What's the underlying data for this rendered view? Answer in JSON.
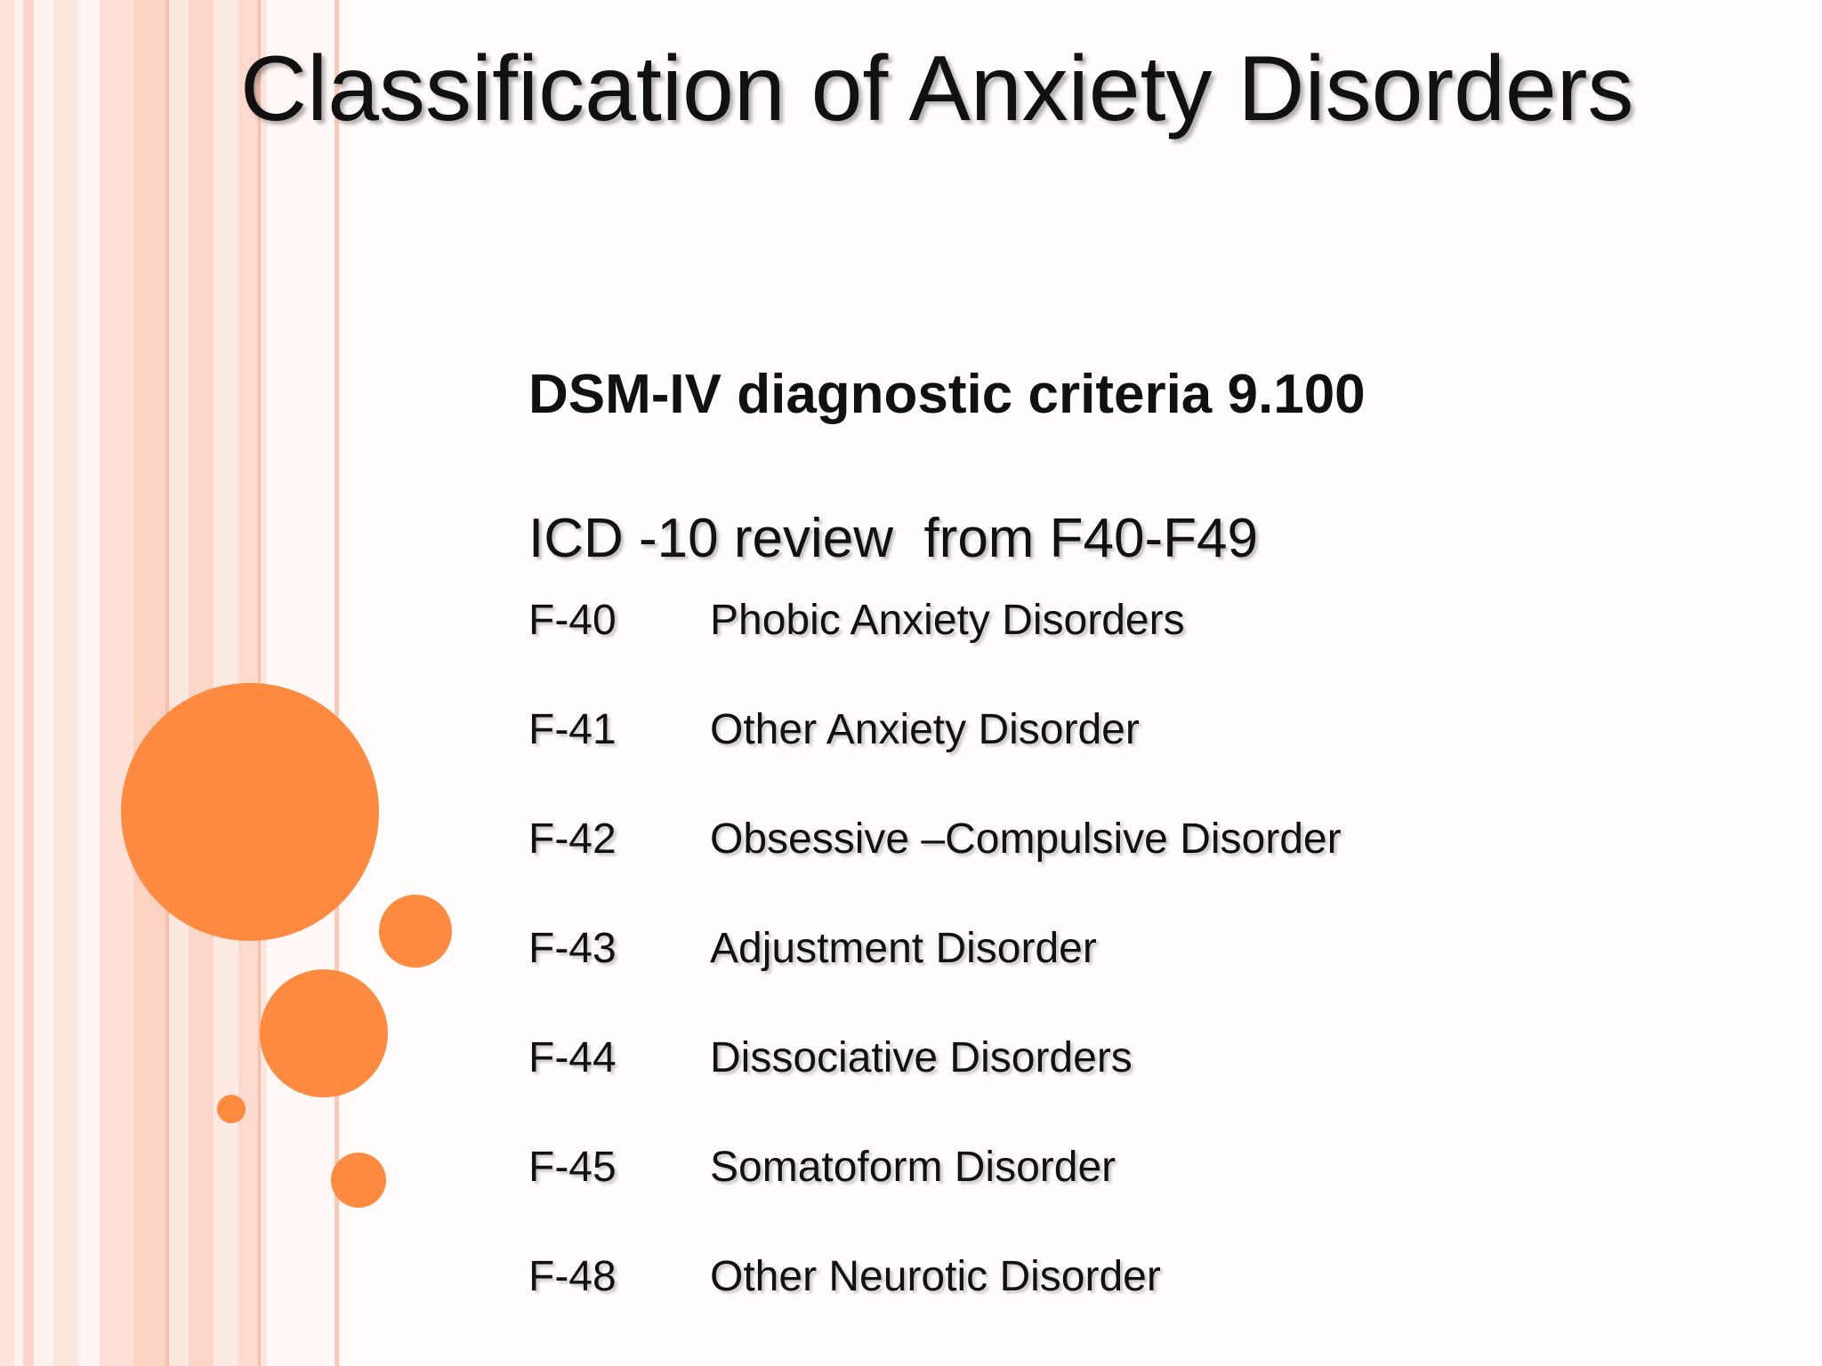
{
  "slide": {
    "title": "Classification of Anxiety Disorders",
    "dsm_heading": "DSM-IV diagnostic criteria 9.100",
    "icd_heading": "ICD -10 review  from F40-F49",
    "codes": [
      {
        "code": "F-40",
        "label": "Phobic Anxiety Disorders"
      },
      {
        "code": "F-41",
        "label": "Other Anxiety Disorder"
      },
      {
        "code": "F-42",
        "label": "Obsessive –Compulsive Disorder"
      },
      {
        "code": "F-43",
        "label": "Adjustment Disorder"
      },
      {
        "code": "F-44",
        "label": "Dissociative Disorders"
      },
      {
        "code": "F-45",
        "label": "Somatoform Disorder"
      },
      {
        "code": "F-48",
        "label": "Other Neurotic Disorder"
      }
    ]
  },
  "theme": {
    "accent_orange": "#fd8a3e",
    "stripe_pink": "#fbd3c4",
    "text_color": "#111111"
  }
}
